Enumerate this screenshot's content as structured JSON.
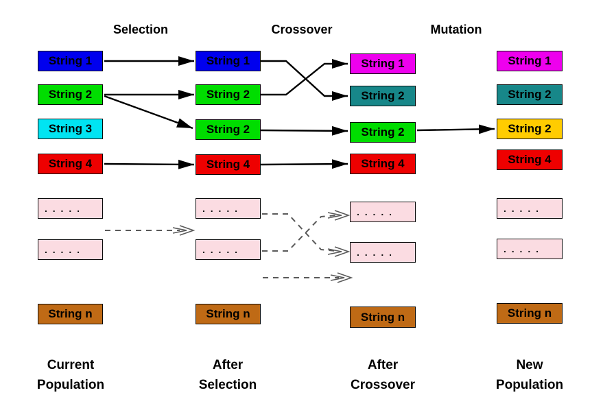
{
  "canvas_bg": "#ffffff",
  "headers": [
    {
      "label": "Selection"
    },
    {
      "label": "Crossover"
    },
    {
      "label": "Mutation"
    }
  ],
  "arrow_colors": {
    "solid": "#000000",
    "dashed": "#5a5a5a"
  },
  "columns": [
    {
      "caption": [
        "Current",
        "Population"
      ],
      "boxes": [
        {
          "label": "String 1",
          "bg": "#0000ee"
        },
        {
          "label": "String 2",
          "bg": "#00dd00"
        },
        {
          "label": "String 3",
          "bg": "#00e4f2"
        },
        {
          "label": "String 4",
          "bg": "#ee0000"
        },
        {
          "label": ". . . . .",
          "bg": "#fbdce2"
        },
        {
          "label": ". . . . .",
          "bg": "#fbdce2"
        },
        {
          "label": "String n",
          "bg": "#bf6a15"
        }
      ]
    },
    {
      "caption": [
        "After",
        "Selection"
      ],
      "boxes": [
        {
          "label": "String 1",
          "bg": "#0000ee"
        },
        {
          "label": "String 2",
          "bg": "#00dd00"
        },
        {
          "label": "String 2",
          "bg": "#00dd00"
        },
        {
          "label": "String 4",
          "bg": "#ee0000"
        },
        {
          "label": ". . . . .",
          "bg": "#fbdce2"
        },
        {
          "label": ". . . . .",
          "bg": "#fbdce2"
        },
        {
          "label": "String n",
          "bg": "#bf6a15"
        }
      ]
    },
    {
      "caption": [
        "After",
        "Crossover"
      ],
      "boxes": [
        {
          "label": "String 1",
          "bg": "#ee00ee"
        },
        {
          "label": "String 2",
          "bg": "#178789"
        },
        {
          "label": "String 2",
          "bg": "#00dd00"
        },
        {
          "label": "String 4",
          "bg": "#ee0000"
        },
        {
          "label": ". . . . .",
          "bg": "#fbdce2"
        },
        {
          "label": ". . . . .",
          "bg": "#fbdce2"
        },
        {
          "label": "String n",
          "bg": "#bf6a15"
        }
      ]
    },
    {
      "caption": [
        "New",
        "Population"
      ],
      "boxes": [
        {
          "label": "String 1",
          "bg": "#ee00ee"
        },
        {
          "label": "String 2",
          "bg": "#178789"
        },
        {
          "label": "String 2",
          "bg": "#ffcc00"
        },
        {
          "label": "String 4",
          "bg": "#ee0000"
        },
        {
          "label": ". . . . .",
          "bg": "#fbdce2"
        },
        {
          "label": ". . . . .",
          "bg": "#fbdce2"
        },
        {
          "label": "String n",
          "bg": "#bf6a15"
        }
      ]
    }
  ]
}
